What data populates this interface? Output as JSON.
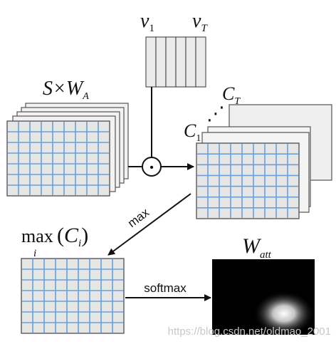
{
  "labels": {
    "v1": "v",
    "v1_sub": "1",
    "vT": "v",
    "vT_sub": "T",
    "s_times_wa": "S×W",
    "s_times_wa_sub": "A",
    "c_t": "C",
    "c_t_sub": "T",
    "c_1": "C",
    "c_1_sub": "1",
    "ellipsis": "⋰",
    "dot_operator": "•",
    "max_edge": "max",
    "max_func": "max",
    "max_sub": "i",
    "max_paren_open": "(",
    "max_arg": "C",
    "max_arg_sub": "i",
    "max_paren_close": ")",
    "softmax_edge": "softmax",
    "w_att": "W",
    "w_att_sub": "att"
  },
  "watermark": "https://blog.csdn.net/oldmao_2001",
  "colors": {
    "grid_fill": "#e6e6e6",
    "grid_lines": "#6a9fd8",
    "plane_fill": "#efefef",
    "plane_stroke": "#555555",
    "arrow": "#111111",
    "heatmap_bg": "#000000",
    "heatmap_glow": "#ffffff"
  }
}
